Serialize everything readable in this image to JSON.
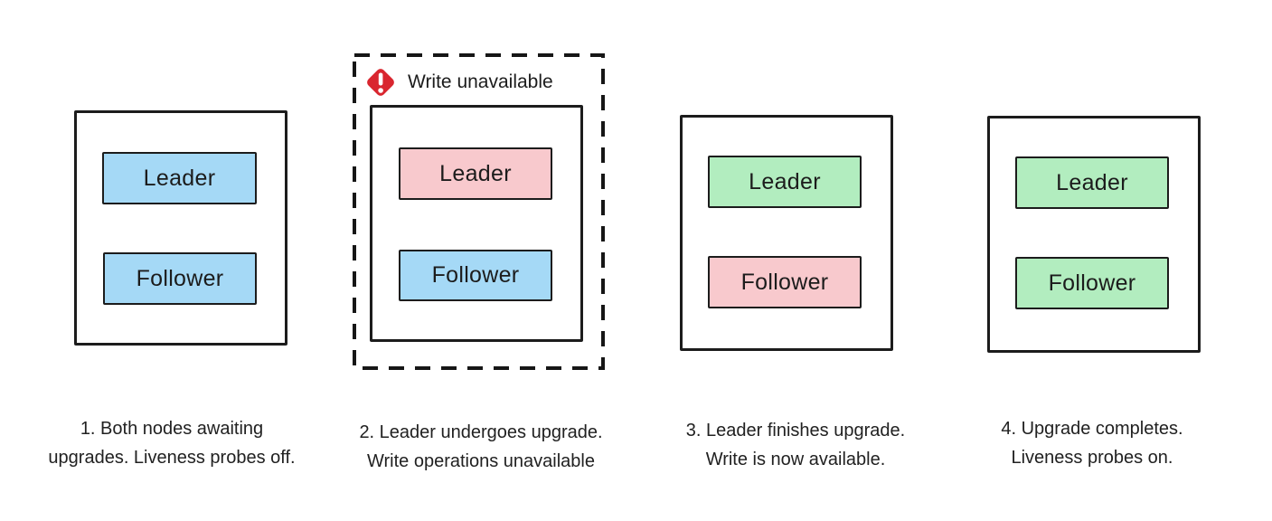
{
  "colors": {
    "blue": "#a5d9f6",
    "pink": "#f8c9cd",
    "green": "#b2edbf",
    "alert_red": "#d9262f",
    "ink": "#1c1c1c"
  },
  "warning": {
    "label": "Write unavailable",
    "icon": "alert-diamond-icon"
  },
  "panels": [
    {
      "step": "1",
      "leader": {
        "label": "Leader",
        "fill": "#a5d9f6"
      },
      "follower": {
        "label": "Follower",
        "fill": "#a5d9f6"
      },
      "caption_line1": "1. Both nodes awaiting",
      "caption_line2": "upgrades. Liveness probes off."
    },
    {
      "step": "2",
      "leader": {
        "label": "Leader",
        "fill": "#f8c9cd"
      },
      "follower": {
        "label": "Follower",
        "fill": "#a5d9f6"
      },
      "caption_line1": "2. Leader undergoes upgrade.",
      "caption_line2": "Write operations unavailable"
    },
    {
      "step": "3",
      "leader": {
        "label": "Leader",
        "fill": "#b2edbf"
      },
      "follower": {
        "label": "Follower",
        "fill": "#f8c9cd"
      },
      "caption_line1": "3. Leader finishes upgrade.",
      "caption_line2": "Write is now available."
    },
    {
      "step": "4",
      "leader": {
        "label": "Leader",
        "fill": "#b2edbf"
      },
      "follower": {
        "label": "Follower",
        "fill": "#b2edbf"
      },
      "caption_line1": "4. Upgrade completes.",
      "caption_line2": "Liveness probes on."
    }
  ]
}
